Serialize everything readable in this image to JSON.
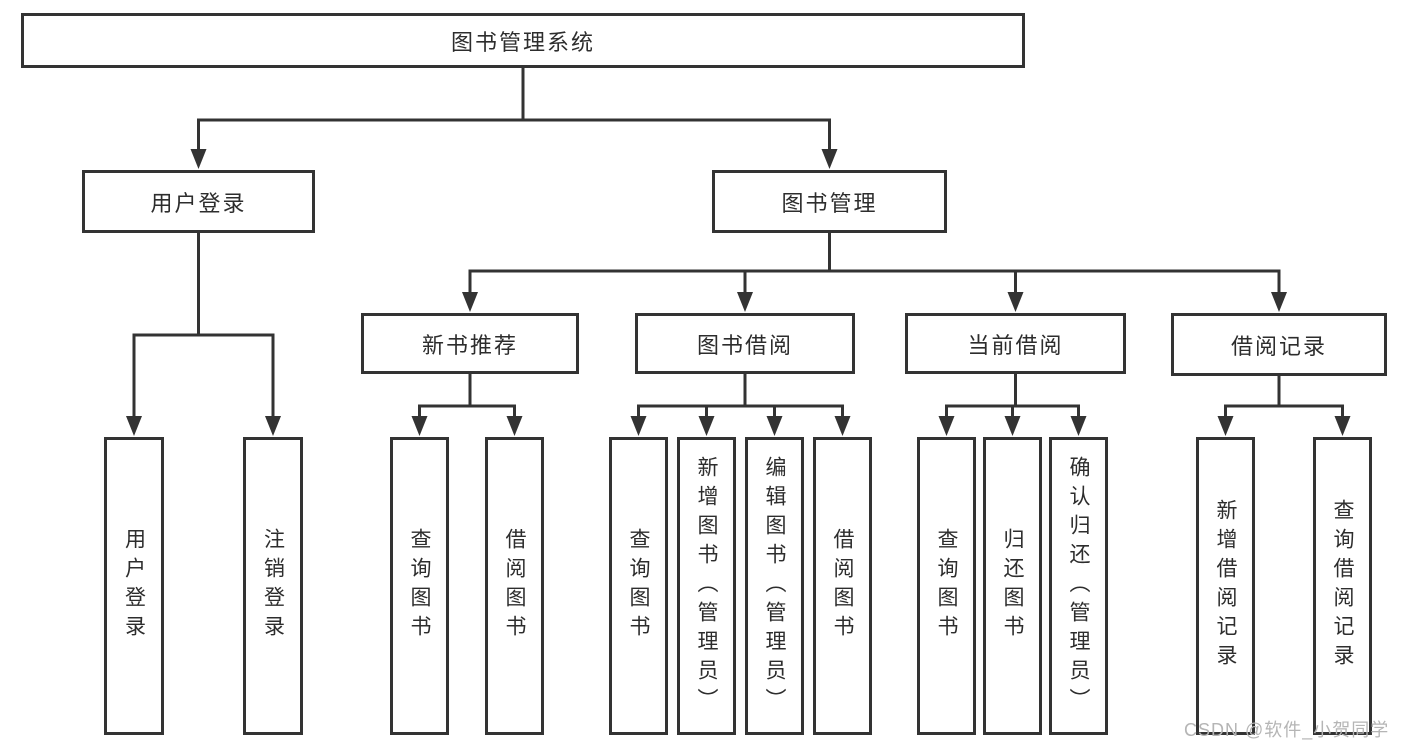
{
  "diagram": {
    "root": {
      "label": "图书管理系统"
    },
    "level2": [
      {
        "label": "用户登录",
        "children": [
          {
            "label": "用户登录"
          },
          {
            "label": "注销登录"
          }
        ]
      },
      {
        "label": "图书管理",
        "children": [
          {
            "label": "新书推荐",
            "children": [
              {
                "label": "查询图书"
              },
              {
                "label": "借阅图书"
              }
            ]
          },
          {
            "label": "图书借阅",
            "children": [
              {
                "label": "查询图书"
              },
              {
                "label": "新增图书（管理员）"
              },
              {
                "label": "编辑图书（管理员）"
              },
              {
                "label": "借阅图书"
              }
            ]
          },
          {
            "label": "当前借阅",
            "children": [
              {
                "label": "查询图书"
              },
              {
                "label": "归还图书"
              },
              {
                "label": "确认归还（管理员）"
              }
            ]
          },
          {
            "label": "借阅记录",
            "children": [
              {
                "label": "新增借阅记录"
              },
              {
                "label": "查询借阅记录"
              }
            ]
          }
        ]
      }
    ]
  },
  "watermark": {
    "text": "CSDN @软件_小贺同学"
  },
  "colors": {
    "line": "#333333",
    "box_border": "#333333",
    "text": "#2d2d2d",
    "background": "#ffffff",
    "watermark": "#b5b5b5"
  }
}
